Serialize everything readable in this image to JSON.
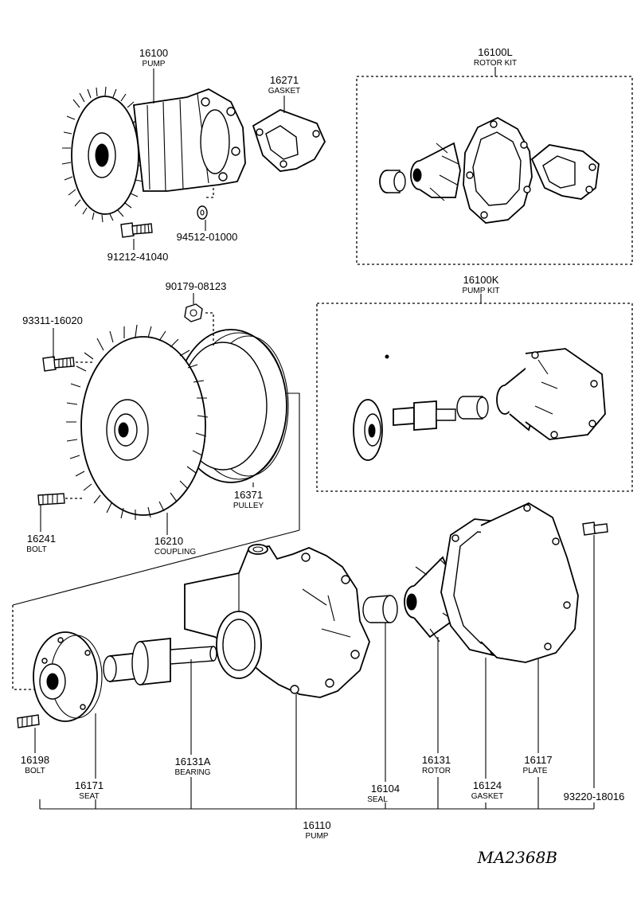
{
  "callouts": [
    {
      "id": "16100_top",
      "number": "16100",
      "name": "PUMP"
    },
    {
      "id": "16271",
      "number": "16271",
      "name": "GASKET"
    },
    {
      "id": "16100L",
      "number": "16100L",
      "name": "ROTOR KIT"
    },
    {
      "id": "94512",
      "number": "94512-01000",
      "name": ""
    },
    {
      "id": "91212",
      "number": "91212-41040",
      "name": ""
    },
    {
      "id": "90179",
      "number": "90179-08123",
      "name": ""
    },
    {
      "id": "93311",
      "number": "93311-16020",
      "name": ""
    },
    {
      "id": "16100K",
      "number": "16100K",
      "name": "PUMP KIT"
    },
    {
      "id": "16371",
      "number": "16371",
      "name": "PULLEY"
    },
    {
      "id": "16241",
      "number": "16241",
      "name": "BOLT"
    },
    {
      "id": "16210",
      "number": "16210",
      "name": "COUPLING"
    },
    {
      "id": "16198",
      "number": "16198",
      "name": "BOLT"
    },
    {
      "id": "16171",
      "number": "16171",
      "name": "SEAT"
    },
    {
      "id": "16131A",
      "number": "16131A",
      "name": "BEARING"
    },
    {
      "id": "16104",
      "number": "16104",
      "name": "SEAL"
    },
    {
      "id": "16131",
      "number": "16131",
      "name": "ROTOR"
    },
    {
      "id": "16124",
      "number": "16124",
      "name": "GASKET"
    },
    {
      "id": "16117",
      "number": "16117",
      "name": "PLATE"
    },
    {
      "id": "93220",
      "number": "93220-18016",
      "name": ""
    },
    {
      "id": "16110",
      "number": "16110",
      "name": "PUMP"
    }
  ],
  "drawing_code": "MA2368B"
}
